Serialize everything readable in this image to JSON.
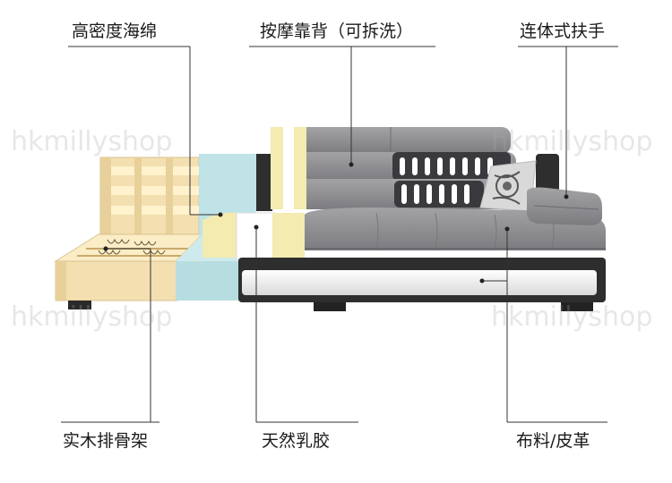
{
  "labels": {
    "high_density_sponge": "高密度海绵",
    "massage_backrest": "按摩靠背（可拆洗）",
    "integrated_armrest": "连体式扶手",
    "solid_wood_slats": "实木排骨架",
    "natural_latex": "天然乳胶",
    "fabric_leather": "布料/皮革"
  },
  "watermark": "hkmillyshop",
  "colors": {
    "wood": "#f3dfb0",
    "sponge": "#bfe3e6",
    "latex": "#f3ebb0",
    "fabric": "#8d8d90",
    "frame": "#2e2e2e",
    "line": "#333333"
  }
}
